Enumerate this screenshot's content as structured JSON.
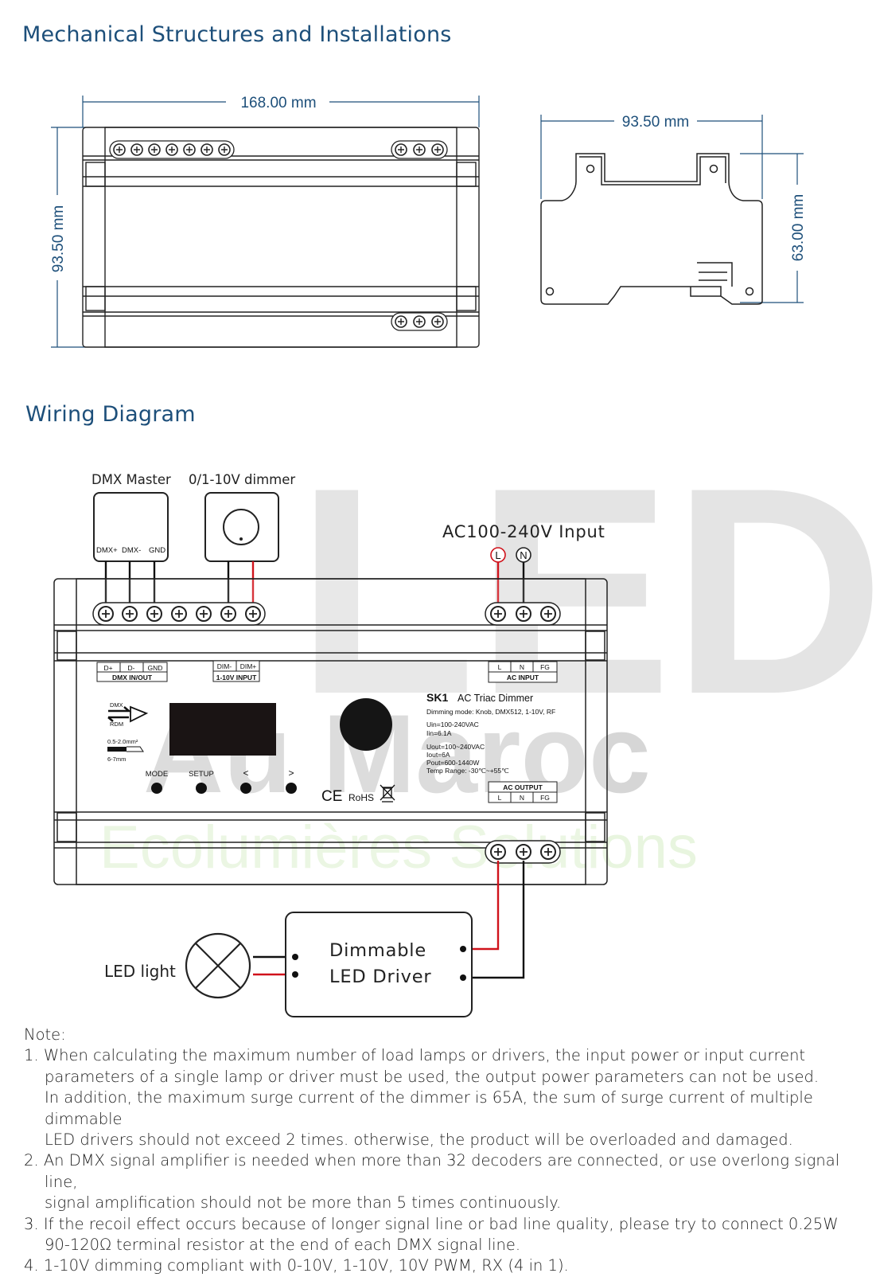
{
  "mechanical": {
    "title": "Mechanical Structures and Installations",
    "dim_width": "168.00 mm",
    "dim_height_front": "93.50 mm",
    "dim_side_width": "93.50 mm",
    "dim_side_height": "63.00 mm"
  },
  "wiring": {
    "title": "Wiring Diagram",
    "dmx_master": {
      "title": "DMX Master",
      "pins": [
        "DMX+",
        "DMX-",
        "GND"
      ]
    },
    "dimmer_label": "0/1-10V dimmer",
    "ac_input_label": "AC100-240V Input",
    "ac_terminals": [
      "L",
      "N"
    ],
    "device": {
      "dmx_block": {
        "cols": [
          "D+",
          "D-",
          "GND"
        ],
        "caption": "DMX IN/OUT"
      },
      "dim_block": {
        "cols": [
          "DIM-",
          "DIM+"
        ],
        "caption": "1-10V INPUT"
      },
      "ac_in_block": {
        "cols": [
          "L",
          "N",
          "FG"
        ],
        "caption": "AC INPUT"
      },
      "ac_out_block": {
        "caption": "AC OUTPUT",
        "cols": [
          "L",
          "N",
          "FG"
        ]
      },
      "model": "SK1",
      "product": "AC Triac Dimmer",
      "dimming_mode": "Dimming mode: Knob, DMX512, 1-10V, RF",
      "uin": "Uin=100-240VAC",
      "iin": "Iin=6.1A",
      "uout": "Uout=100~240VAC",
      "iout": "Iout=6A",
      "pout": "Pout=600-1440W",
      "temp": "Temp Range: -30℃~+55℃",
      "dmx_icon_top": "DMX",
      "dmx_icon_bottom": "RDM",
      "wire_spec": "0.5-2.0mm²",
      "strip_spec": "6-7mm",
      "buttons": [
        "MODE",
        "SETUP",
        "<",
        ">"
      ],
      "cert_ce": "CE",
      "cert_rohs": "RoHS"
    },
    "driver_label_1": "Dimmable",
    "driver_label_2": "LED Driver",
    "led_label": "LED light",
    "watermark": {
      "line1": "LED",
      "line2": "Au Maroc",
      "line3": "Ecolumières Solutions"
    }
  },
  "notes": {
    "title": "Note:",
    "items": [
      {
        "num": "1.",
        "lines": [
          "When calculating the maximum number of load lamps or drivers, the input power or input current",
          "parameters of a single lamp or driver must be used, the output power parameters can not be used.",
          "In addition, the maximum surge current of the dimmer is 65A, the sum of surge current of multiple dimmable",
          "LED drivers should not exceed 2 times. otherwise, the product will be overloaded and damaged."
        ]
      },
      {
        "num": "2.",
        "lines": [
          "An DMX signal amplifier is needed when more than 32 decoders are connected, or use overlong signal line,",
          "signal amplification should not be more than 5 times continuously."
        ]
      },
      {
        "num": "3.",
        "lines": [
          "If the recoil effect occurs because of longer signal line or bad line quality, please try to connect 0.25W",
          "90-120Ω terminal resistor at the end of each DMX signal line."
        ]
      },
      {
        "num": "4.",
        "lines": [
          "1-10V dimming compliant with 0-10V, 1-10V, 10V PWM, RX (4 in 1)."
        ]
      }
    ]
  },
  "colors": {
    "heading": "#1d4f7a",
    "wire_red": "#d0121b",
    "wire_black": "#111111",
    "watermark_gray": "#dcdcdc",
    "watermark_green": "#eaf6e2"
  }
}
